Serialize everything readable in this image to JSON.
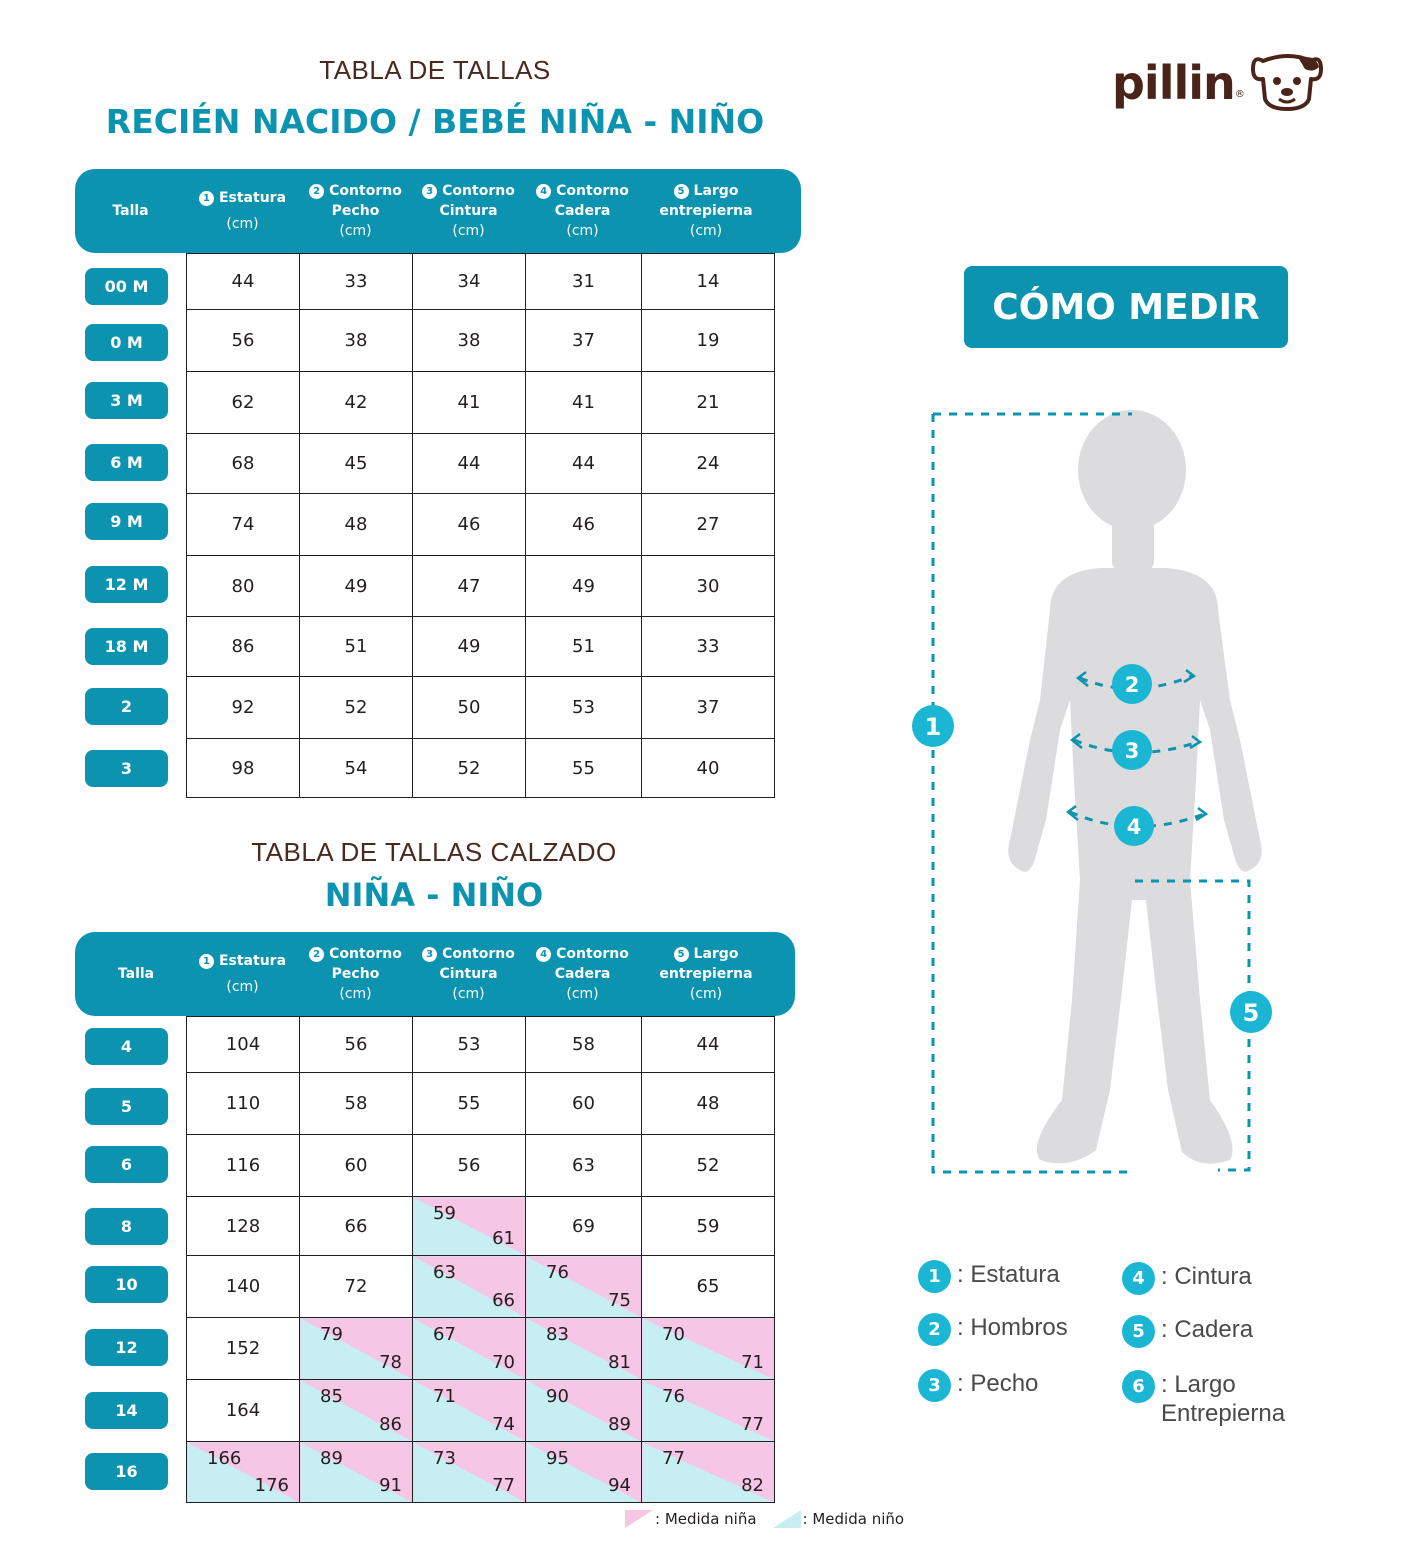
{
  "brand": {
    "name": "pillin",
    "reg": "®"
  },
  "table1": {
    "subtitle": "TABLA DE TALLAS",
    "title": "RECIÉN NACIDO / BEBÉ NIÑA - NIÑO",
    "headers": {
      "talla": "Talla",
      "cols": [
        {
          "num": "1",
          "line1": "Estatura",
          "line2": "",
          "unit": "(cm)"
        },
        {
          "num": "2",
          "line1": "Contorno",
          "line2": "Pecho",
          "unit": "(cm)"
        },
        {
          "num": "3",
          "line1": "Contorno",
          "line2": "Cintura",
          "unit": "(cm)"
        },
        {
          "num": "4",
          "line1": "Contorno",
          "line2": "Cadera",
          "unit": "(cm)"
        },
        {
          "num": "5",
          "line1": "Largo",
          "line2": "entrepierna",
          "unit": "(cm)"
        }
      ]
    },
    "rows": [
      {
        "size": "00 M",
        "values": [
          "44",
          "33",
          "34",
          "31",
          "14"
        ]
      },
      {
        "size": "0 M",
        "values": [
          "56",
          "38",
          "38",
          "37",
          "19"
        ]
      },
      {
        "size": "3 M",
        "values": [
          "62",
          "42",
          "41",
          "41",
          "21"
        ]
      },
      {
        "size": "6 M",
        "values": [
          "68",
          "45",
          "44",
          "44",
          "24"
        ]
      },
      {
        "size": "9 M",
        "values": [
          "74",
          "48",
          "46",
          "46",
          "27"
        ]
      },
      {
        "size": "12 M",
        "values": [
          "80",
          "49",
          "47",
          "49",
          "30"
        ]
      },
      {
        "size": "18 M",
        "values": [
          "86",
          "51",
          "49",
          "51",
          "33"
        ]
      },
      {
        "size": "2",
        "values": [
          "92",
          "52",
          "50",
          "53",
          "37"
        ]
      },
      {
        "size": "3",
        "values": [
          "98",
          "54",
          "52",
          "55",
          "40"
        ]
      }
    ]
  },
  "table2": {
    "subtitle": "TABLA DE TALLAS CALZADO",
    "title": "NIÑA - NIÑO",
    "headers": {
      "talla": "Talla",
      "cols": [
        {
          "num": "1",
          "line1": "Estatura",
          "line2": "",
          "unit": "(cm)"
        },
        {
          "num": "2",
          "line1": "Contorno",
          "line2": "Pecho",
          "unit": "(cm)"
        },
        {
          "num": "3",
          "line1": "Contorno",
          "line2": "Cintura",
          "unit": "(cm)"
        },
        {
          "num": "4",
          "line1": "Contorno",
          "line2": "Cadera",
          "unit": "(cm)"
        },
        {
          "num": "5",
          "line1": "Largo",
          "line2": "entrepierna",
          "unit": "(cm)"
        }
      ]
    },
    "rows": [
      {
        "size": "4",
        "cells": [
          {
            "v": "104"
          },
          {
            "v": "56"
          },
          {
            "v": "53"
          },
          {
            "v": "58"
          },
          {
            "v": "44"
          }
        ]
      },
      {
        "size": "5",
        "cells": [
          {
            "v": "110"
          },
          {
            "v": "58"
          },
          {
            "v": "55"
          },
          {
            "v": "60"
          },
          {
            "v": "48"
          }
        ]
      },
      {
        "size": "6",
        "cells": [
          {
            "v": "116"
          },
          {
            "v": "60"
          },
          {
            "v": "56"
          },
          {
            "v": "63"
          },
          {
            "v": "52"
          }
        ]
      },
      {
        "size": "8",
        "cells": [
          {
            "v": "128"
          },
          {
            "v": "66"
          },
          {
            "girl": "59",
            "boy": "61"
          },
          {
            "v": "69"
          },
          {
            "v": "59"
          }
        ]
      },
      {
        "size": "10",
        "cells": [
          {
            "v": "140"
          },
          {
            "v": "72"
          },
          {
            "girl": "63",
            "boy": "66"
          },
          {
            "girl": "76",
            "boy": "75"
          },
          {
            "v": "65"
          }
        ]
      },
      {
        "size": "12",
        "cells": [
          {
            "v": "152"
          },
          {
            "girl": "79",
            "boy": "78"
          },
          {
            "girl": "67",
            "boy": "70"
          },
          {
            "girl": "83",
            "boy": "81"
          },
          {
            "girl": "70",
            "boy": "71"
          }
        ]
      },
      {
        "size": "14",
        "cells": [
          {
            "v": "164"
          },
          {
            "girl": "85",
            "boy": "86"
          },
          {
            "girl": "71",
            "boy": "74"
          },
          {
            "girl": "90",
            "boy": "89"
          },
          {
            "girl": "76",
            "boy": "77"
          }
        ]
      },
      {
        "size": "16",
        "cells": [
          {
            "girl": "166",
            "boy": "176"
          },
          {
            "girl": "89",
            "boy": "91"
          },
          {
            "girl": "73",
            "boy": "77"
          },
          {
            "girl": "95",
            "boy": "94"
          },
          {
            "girl": "77",
            "boy": "82"
          }
        ]
      }
    ],
    "legend": {
      "girl": ": Medida niña",
      "boy": ": Medida niño",
      "girl_color": "#f6c6e6",
      "boy_color": "#c6eef3"
    }
  },
  "howto": {
    "button": "CÓMO MEDIR",
    "markers": [
      "1",
      "2",
      "3",
      "4",
      "5"
    ],
    "key": [
      {
        "num": "1",
        "label": ": Estatura"
      },
      {
        "num": "2",
        "label": ": Hombros"
      },
      {
        "num": "3",
        "label": ": Pecho"
      },
      {
        "num": "4",
        "label": ": Cintura"
      },
      {
        "num": "5",
        "label": ": Cadera"
      },
      {
        "num": "6",
        "label": ": Largo Entrepierna"
      }
    ]
  },
  "colors": {
    "accent": "#0b93b0",
    "marker": "#1ab6d3",
    "brown": "#4a2419",
    "silhouette": "#dcdbdd"
  }
}
